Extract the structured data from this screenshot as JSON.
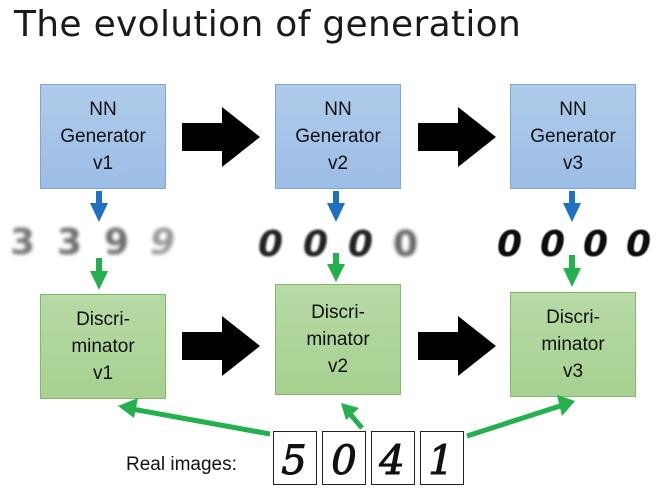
{
  "title": "The evolution of generation",
  "generators": [
    {
      "line1": "NN",
      "line2": "Generator",
      "line3": "v1"
    },
    {
      "line1": "NN",
      "line2": "Generator",
      "line3": "v2"
    },
    {
      "line1": "NN",
      "line2": "Generator",
      "line3": "v3"
    }
  ],
  "discriminators": [
    {
      "line1": "Discri-",
      "line2": "minator",
      "line3": "v1"
    },
    {
      "line1": "Discri-",
      "line2": "minator",
      "line3": "v2"
    },
    {
      "line1": "Discri-",
      "line2": "minator",
      "line3": "v3"
    }
  ],
  "generated_digits": [
    [
      "3",
      "3",
      "9",
      "9"
    ],
    [
      "0",
      "0",
      "0",
      "0"
    ],
    [
      "0",
      "0",
      "0",
      "0"
    ]
  ],
  "real_images_label": "Real images:",
  "real_digits": [
    "5",
    "0",
    "4",
    "1"
  ],
  "colors": {
    "generator_fill": "#9cbde6",
    "discriminator_fill": "#a6d190",
    "blue_arrow": "#1f6fc2",
    "green_arrow": "#22b14c",
    "black_arrow": "#000000"
  }
}
